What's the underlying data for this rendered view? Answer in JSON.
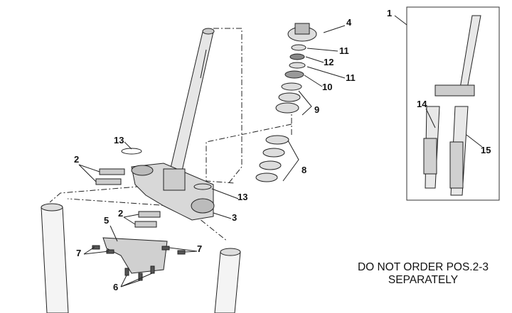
{
  "labels": [
    "1",
    "4",
    "11",
    "12",
    "11",
    "10",
    "9",
    "8",
    "14",
    "15",
    "13",
    "2",
    "13",
    "3",
    "2",
    "5",
    "7",
    "7",
    "6"
  ],
  "note": {
    "line1": "DO NOT ORDER POS.2-3",
    "line2": "SEPARATELY"
  },
  "colors": {
    "line": "#222222",
    "fill": "#d8d8d8",
    "dark": "#8a8a8a"
  }
}
